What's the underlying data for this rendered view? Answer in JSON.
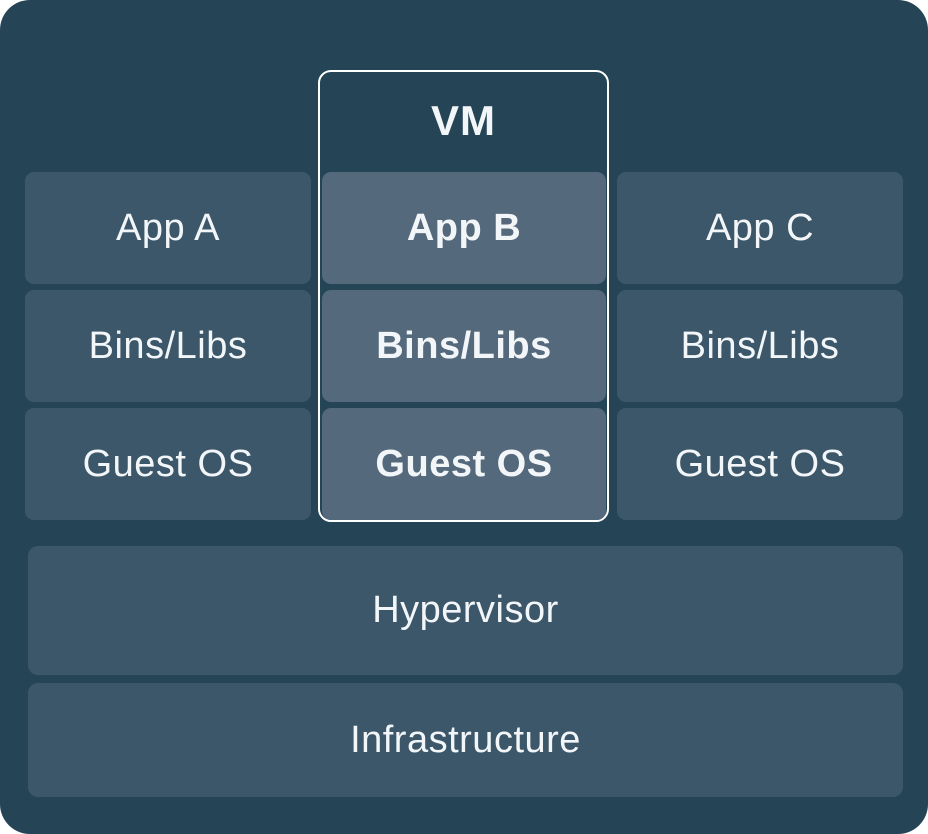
{
  "diagram": {
    "vm": {
      "label": "VM"
    },
    "columns": [
      {
        "name": "stack-a",
        "highlighted": false,
        "cells": [
          "App A",
          "Bins/Libs",
          "Guest OS"
        ]
      },
      {
        "name": "stack-b-vm",
        "highlighted": true,
        "cells": [
          "App B",
          "Bins/Libs",
          "Guest OS"
        ]
      },
      {
        "name": "stack-c",
        "highlighted": false,
        "cells": [
          "App C",
          "Bins/Libs",
          "Guest OS"
        ]
      }
    ],
    "layers": [
      "Hypervisor",
      "Infrastructure"
    ],
    "colors": {
      "background": "#254456",
      "cell": "#3c5769",
      "cellHighlight": "#54697b",
      "vmBorder": "#ffffff",
      "text": "#f2f6f8"
    }
  }
}
